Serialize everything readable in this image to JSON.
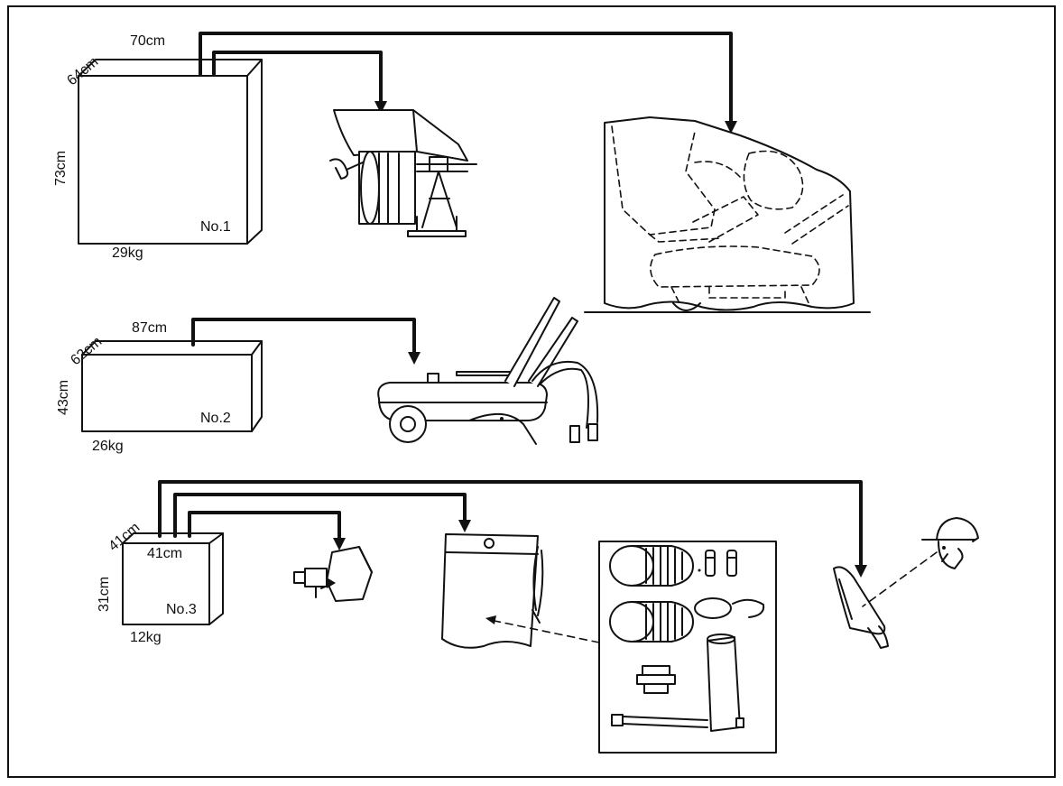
{
  "boxes": [
    {
      "id": "No.1",
      "depth": "64cm",
      "width": "70cm",
      "height": "73cm",
      "weight": "29kg"
    },
    {
      "id": "No.2",
      "depth": "62cm",
      "width": "87cm",
      "height": "43cm",
      "weight": "26kg"
    },
    {
      "id": "No.3",
      "depth": "41cm",
      "width": "41cm",
      "height": "31cm",
      "weight": "12kg"
    }
  ],
  "palette": {
    "ink": "#111111",
    "paper": "#ffffff"
  }
}
